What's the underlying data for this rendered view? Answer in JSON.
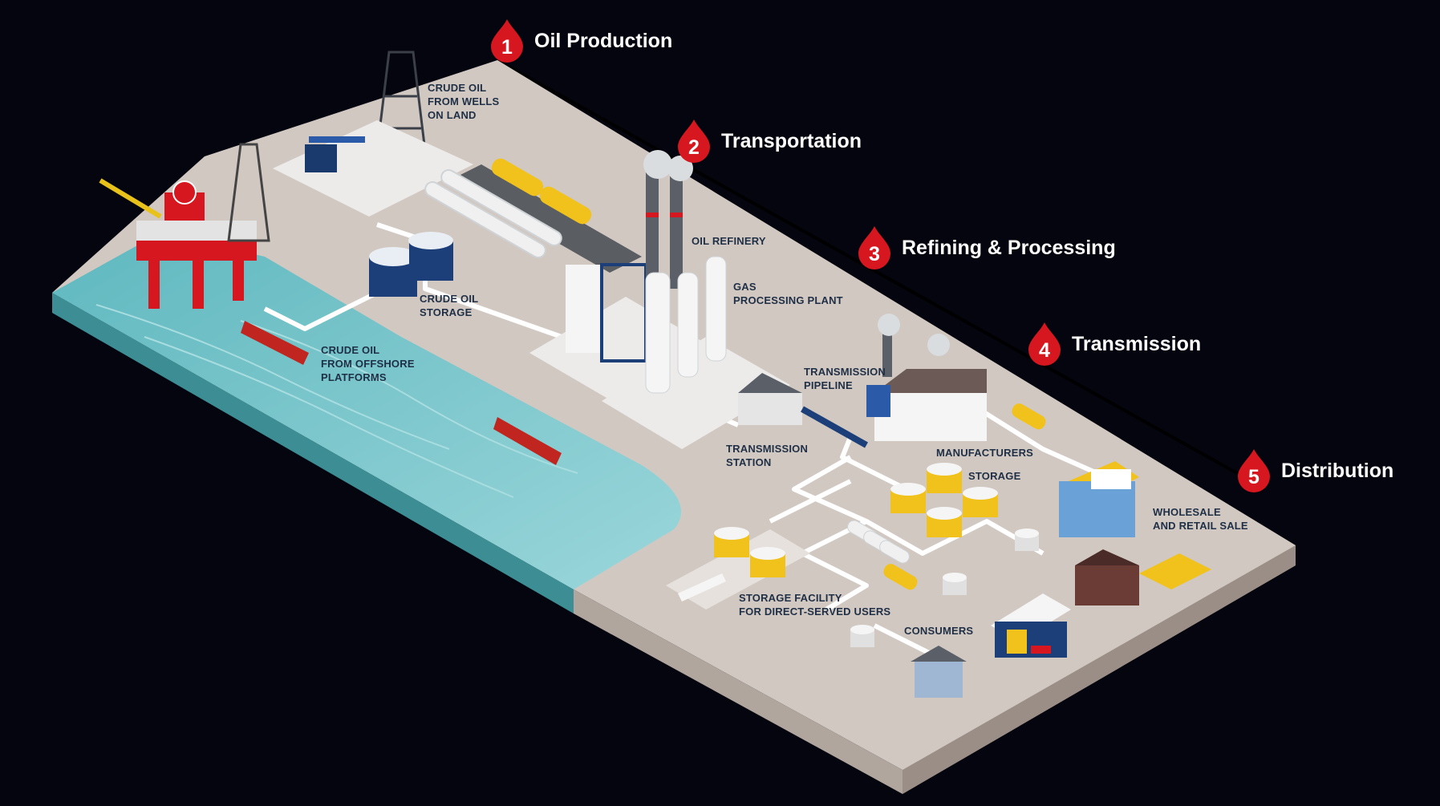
{
  "stages": [
    {
      "number": "1",
      "title": "Oil Production"
    },
    {
      "number": "2",
      "title": "Transportation"
    },
    {
      "number": "3",
      "title": "Refining & Processing"
    },
    {
      "number": "4",
      "title": "Transmission"
    },
    {
      "number": "5",
      "title": "Distribution"
    }
  ],
  "labels": {
    "crude_wells": [
      "CRUDE OIL",
      "FROM WELLS",
      "ON LAND"
    ],
    "crude_offshore": [
      "CRUDE OIL",
      "FROM OFFSHORE",
      "PLATFORMS"
    ],
    "crude_storage": [
      "CRUDE OIL",
      "STORAGE"
    ],
    "oil_refinery": [
      "OIL REFINERY"
    ],
    "gas_plant": [
      "GAS",
      "PROCESSING PLANT"
    ],
    "transmission_pipeline": [
      "TRANSMISSION",
      "PIPELINE"
    ],
    "transmission_station": [
      "TRANSMISSION",
      "STATION"
    ],
    "manufacturers": [
      "MANUFACTURERS"
    ],
    "storage": [
      "STORAGE"
    ],
    "wholesale": [
      "WHOLESALE",
      "AND RETAIL SALE"
    ],
    "storage_facility": [
      "STORAGE FACILITY",
      "FOR DIRECT-SERVED USERS"
    ],
    "consumers": [
      "CONSUMERS"
    ]
  },
  "colors": {
    "background": "#05050f",
    "ground_top": "#d1c8c2",
    "ground_side": "#a89c94",
    "water": "#7cc6cc",
    "accent_red": "#d7171f",
    "pipe": "#ffffff",
    "label": "#1f2f45"
  }
}
